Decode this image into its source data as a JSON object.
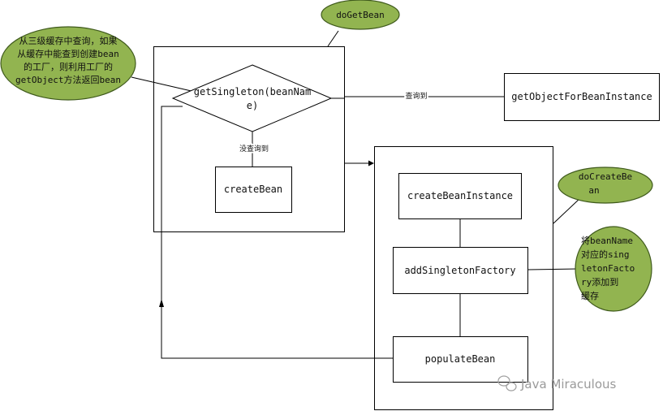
{
  "nodes": {
    "getsingleton_line1": "getSingleton(beanNam",
    "getsingleton_line2": "e)",
    "create_bean": "createBean",
    "get_object_for_bean_instance": "getObjectForBeanInstance",
    "create_bean_instance": "createBeanInstance",
    "add_singleton_factory": "addSingletonFactory",
    "populate_bean": "populateBean"
  },
  "edge_labels": {
    "found": "查询到",
    "not_found": "没查询到"
  },
  "callouts": {
    "do_get_bean": "doGetBean",
    "do_create_bean_line1": "doCreateBe",
    "do_create_bean_line2": "an",
    "cache_lookup_lines": [
      "从三级缓存中查询，如果",
      "从缓存中能查到创建bean",
      "的工厂，则利用工厂的",
      "getObject方法返回bean"
    ],
    "add_to_cache_lines": [
      "将beanName",
      "对应的sing",
      "letonFacto",
      "ry添加到",
      "缓存"
    ]
  },
  "watermark": {
    "text": "Java Miraculous",
    "icon": "wechat-icon"
  },
  "colors": {
    "bubble_fill": "#92b450",
    "bubble_stroke": "#3f5a1c",
    "line": "#000000"
  }
}
